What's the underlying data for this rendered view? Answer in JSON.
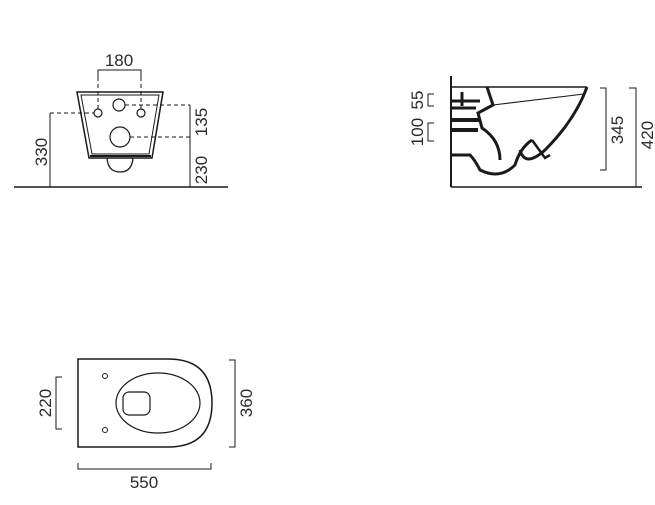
{
  "drawing": {
    "views": {
      "front": {
        "name": "front-view",
        "dimensions": {
          "fixing_spacing": "180",
          "fixing_height": "330",
          "inlet_offset": "135",
          "outlet_height": "230"
        }
      },
      "side": {
        "name": "side-view",
        "dimensions": {
          "upper_inlet": "55",
          "lower_inlet": "100",
          "bowl_height": "345",
          "total_height": "420"
        }
      },
      "top": {
        "name": "top-view",
        "dimensions": {
          "seat_hole_spacing": "220",
          "width": "360",
          "length": "550"
        }
      }
    },
    "colors": {
      "line": "#1a1a1a",
      "dim_text": "#2b2b2b",
      "background": "#ffffff"
    }
  }
}
